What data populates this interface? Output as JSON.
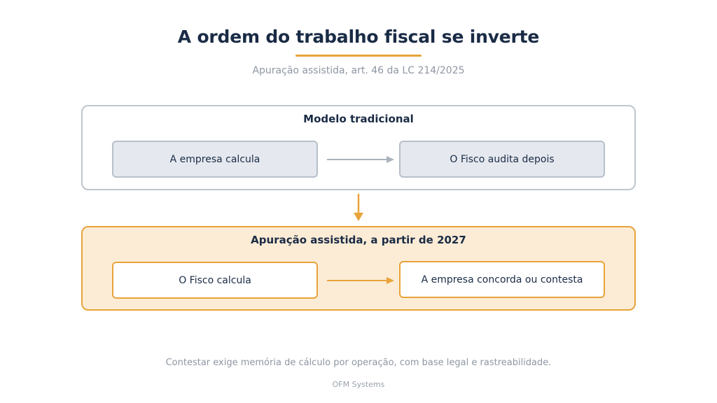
{
  "header": {
    "title": "A ordem do trabalho fiscal se inverte",
    "subtitle": "Apuração assistida, art. 46 da LC 214/2025"
  },
  "traditional": {
    "heading": "Modelo tradicional",
    "step_1": "A empresa calcula",
    "step_2": "O Fisco audita depois"
  },
  "assisted": {
    "heading": "Apuração assistida, a partir de 2027",
    "step_1": "O Fisco calcula",
    "step_2": "A empresa concorda ou contesta"
  },
  "footer": {
    "note": "Contestar exige memória de cálculo por operação, com base legal e rastreabilidade.",
    "brand": "OFM Systems"
  },
  "colors": {
    "accent": "#e8a33a",
    "accent_light": "#fcecd6",
    "text_dark": "#1a2b45",
    "text_muted": "#8f97a3",
    "border_gray": "#bfc6cf",
    "box_gray": "#e5e9ef"
  }
}
